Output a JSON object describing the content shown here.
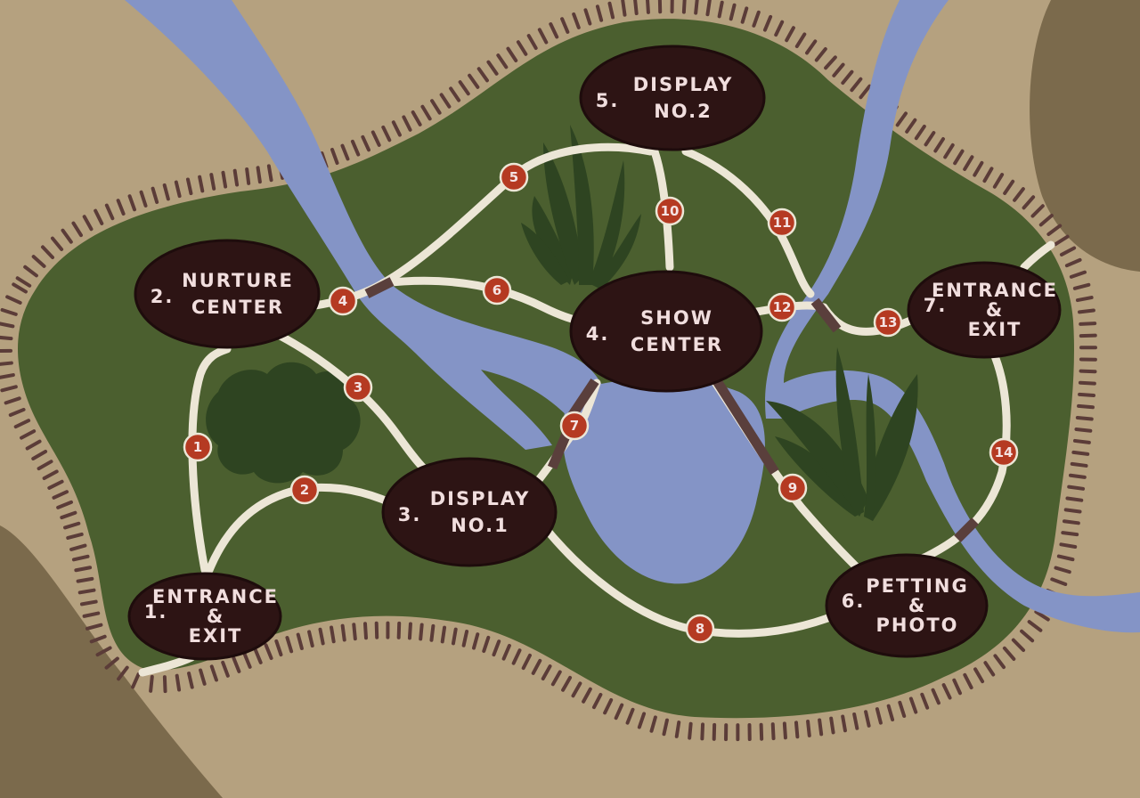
{
  "map": {
    "colors": {
      "ground": "#b5a17f",
      "dark_ground": "#7b6a4c",
      "park": "#4b5f2f",
      "water": "#8494c6",
      "path": "#ece6d6",
      "bridge": "#5a3f3c",
      "node_fill": "#2d1414",
      "marker_fill": "#b53a22",
      "fence": "#5b3c38",
      "plant": "#2e4421"
    },
    "locations": [
      {
        "id": "entrance-exit-1",
        "number": "1.",
        "lines": [
          "ENTRANCE",
          "&",
          "EXIT"
        ]
      },
      {
        "id": "nurture-center",
        "number": "2.",
        "lines": [
          "NURTURE",
          "CENTER"
        ]
      },
      {
        "id": "display-1",
        "number": "3.",
        "lines": [
          "DISPLAY",
          "NO.1"
        ]
      },
      {
        "id": "show-center",
        "number": "4.",
        "lines": [
          "SHOW",
          "CENTER"
        ]
      },
      {
        "id": "display-2",
        "number": "5.",
        "lines": [
          "DISPLAY",
          "NO.2"
        ]
      },
      {
        "id": "petting-photo",
        "number": "6.",
        "lines": [
          "PETTING",
          "&",
          "PHOTO"
        ]
      },
      {
        "id": "entrance-exit-7",
        "number": "7.",
        "lines": [
          "ENTRANCE",
          "&",
          "EXIT"
        ]
      }
    ],
    "path_markers": [
      "1",
      "2",
      "3",
      "4",
      "5",
      "6",
      "7",
      "8",
      "9",
      "10",
      "11",
      "12",
      "13",
      "14"
    ]
  }
}
